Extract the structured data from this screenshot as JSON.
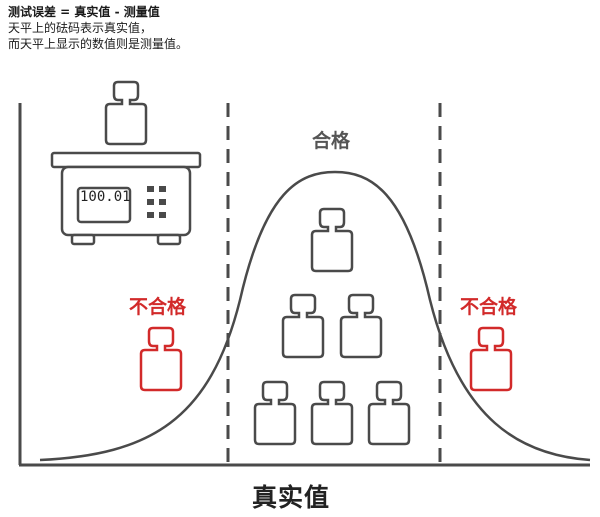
{
  "note": {
    "title": "测试误差 = 真实值 - 测量值",
    "line1": "天平上的砝码表示真实值，",
    "line2": "而天平上显示的数值则是测量值。"
  },
  "scale": {
    "readout": "100.01"
  },
  "labels": {
    "pass": "合格",
    "fail_left": "不合格",
    "fail_right": "不合格"
  },
  "x_axis": {
    "title": "真实值"
  },
  "colors": {
    "ink": "#4a4a4a",
    "fail": "#d22a2a",
    "pass_label": "#555555"
  }
}
